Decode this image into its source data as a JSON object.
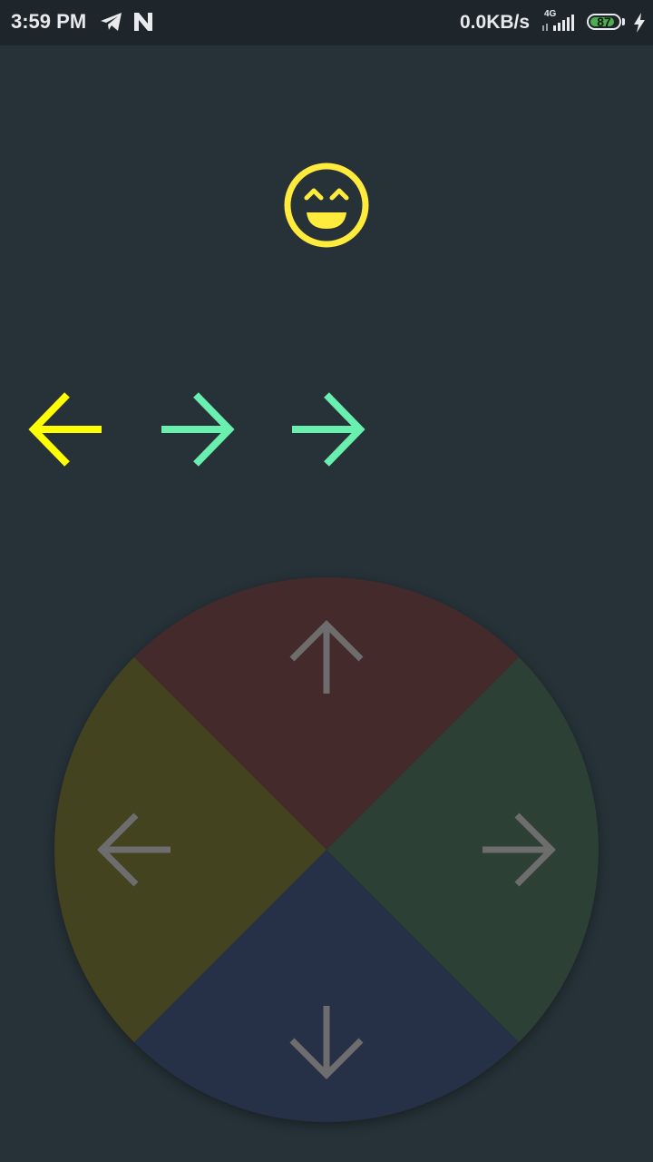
{
  "status_bar": {
    "time": "3:59 PM",
    "net_speed": "0.0KB/s",
    "network_type": "4G",
    "battery_level": "87",
    "battery_fraction": 0.87,
    "icons": [
      "telegram-icon",
      "n-app-icon",
      "signal-icon",
      "battery-icon",
      "charging-icon"
    ]
  },
  "game": {
    "face": {
      "icon": "grinning-face-icon",
      "color": "#ffeb3b"
    },
    "sequence": [
      {
        "direction": "left",
        "color": "#ffff00"
      },
      {
        "direction": "right",
        "color": "#69f0ae"
      },
      {
        "direction": "right",
        "color": "#69f0ae"
      }
    ],
    "dpad": {
      "up": {
        "color": "#452a2c"
      },
      "right": {
        "color": "#2d4036"
      },
      "down": {
        "color": "#263147"
      },
      "left": {
        "color": "#444320"
      },
      "arrow_color": "#6d6d6d"
    }
  }
}
